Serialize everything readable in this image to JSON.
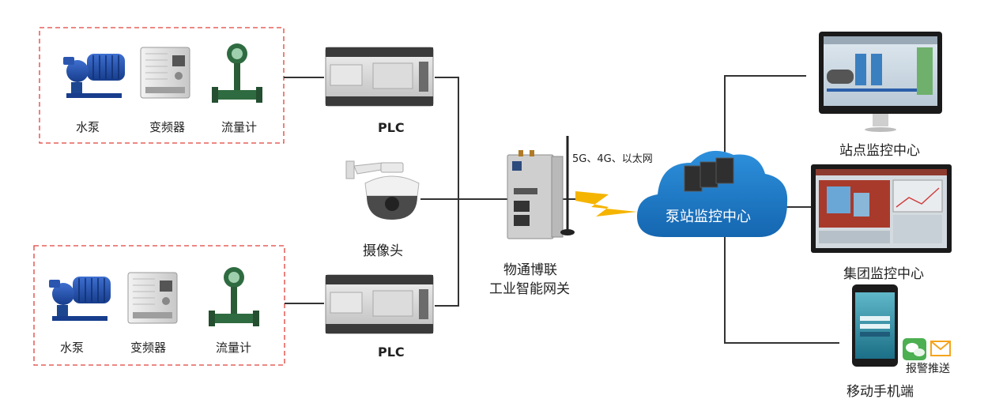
{
  "group_top": {
    "pump_label": "水泵",
    "inverter_label": "变频器",
    "flowmeter_label": "流量计",
    "plc_label": "PLC"
  },
  "group_bottom": {
    "pump_label": "水泵",
    "inverter_label": "变频器",
    "flowmeter_label": "流量计",
    "plc_label": "PLC"
  },
  "camera_label": "摄像头",
  "gateway": {
    "line1": "物通博联",
    "line2": "工业智能网关",
    "network_label": "5G、4G、以太网"
  },
  "cloud_label": "泵站监控中心",
  "station_monitor_label": "站点监控中心",
  "group_monitor_label": "集团监控中心",
  "mobile_label": "移动手机端",
  "alarm_push_label": "报警推送",
  "colors": {
    "dashed_box": "#e0403a",
    "cloud": "#1e7ec8",
    "lightning": "#f5b400",
    "pump": "#1f4fa8",
    "flowmeter": "#2f6b40",
    "wechat": "#4caf50",
    "mail": "#f4a41c"
  }
}
